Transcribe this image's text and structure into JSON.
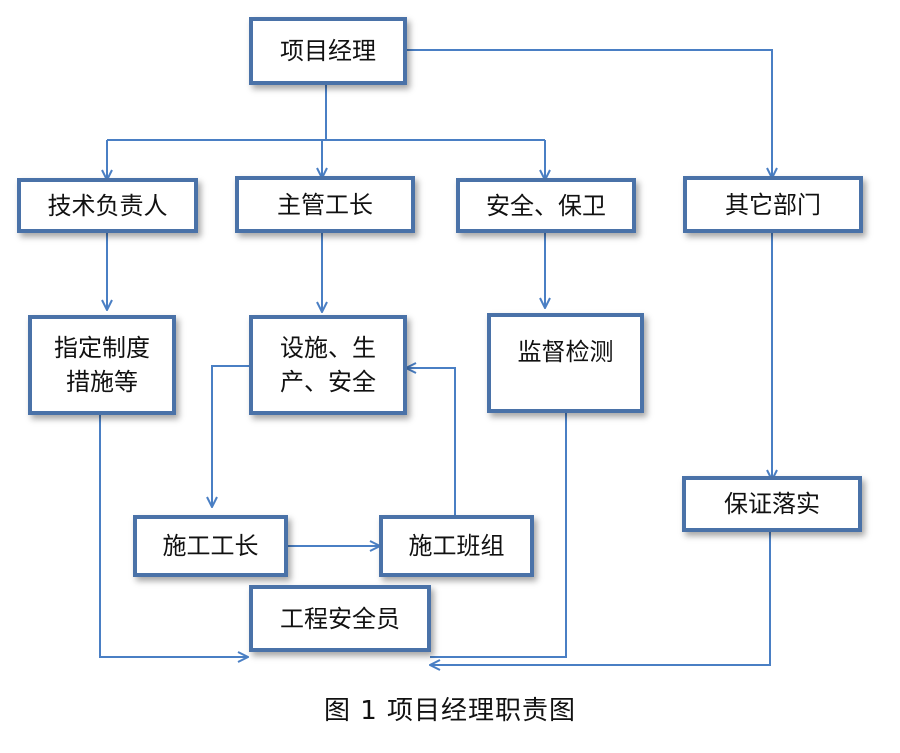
{
  "nodes": {
    "project_manager": "项目经理",
    "tech_lead": "技术负责人",
    "chief_foreman": "主管工长",
    "safety_security": "安全、保卫",
    "other_depts": "其它部门",
    "designate_measures": "指定制度\n措施等",
    "facilities_production_safety": "设施、生\n产、安全",
    "monitoring_inspection": "监督检测",
    "ensure_implementation": "保证落实",
    "construction_foreman": "施工工长",
    "construction_team": "施工班组",
    "safety_officer": "工程安全员"
  },
  "caption": "图 1  项目经理职责图",
  "colors": {
    "border": "#4a72a8",
    "line": "#4a7fc4"
  }
}
